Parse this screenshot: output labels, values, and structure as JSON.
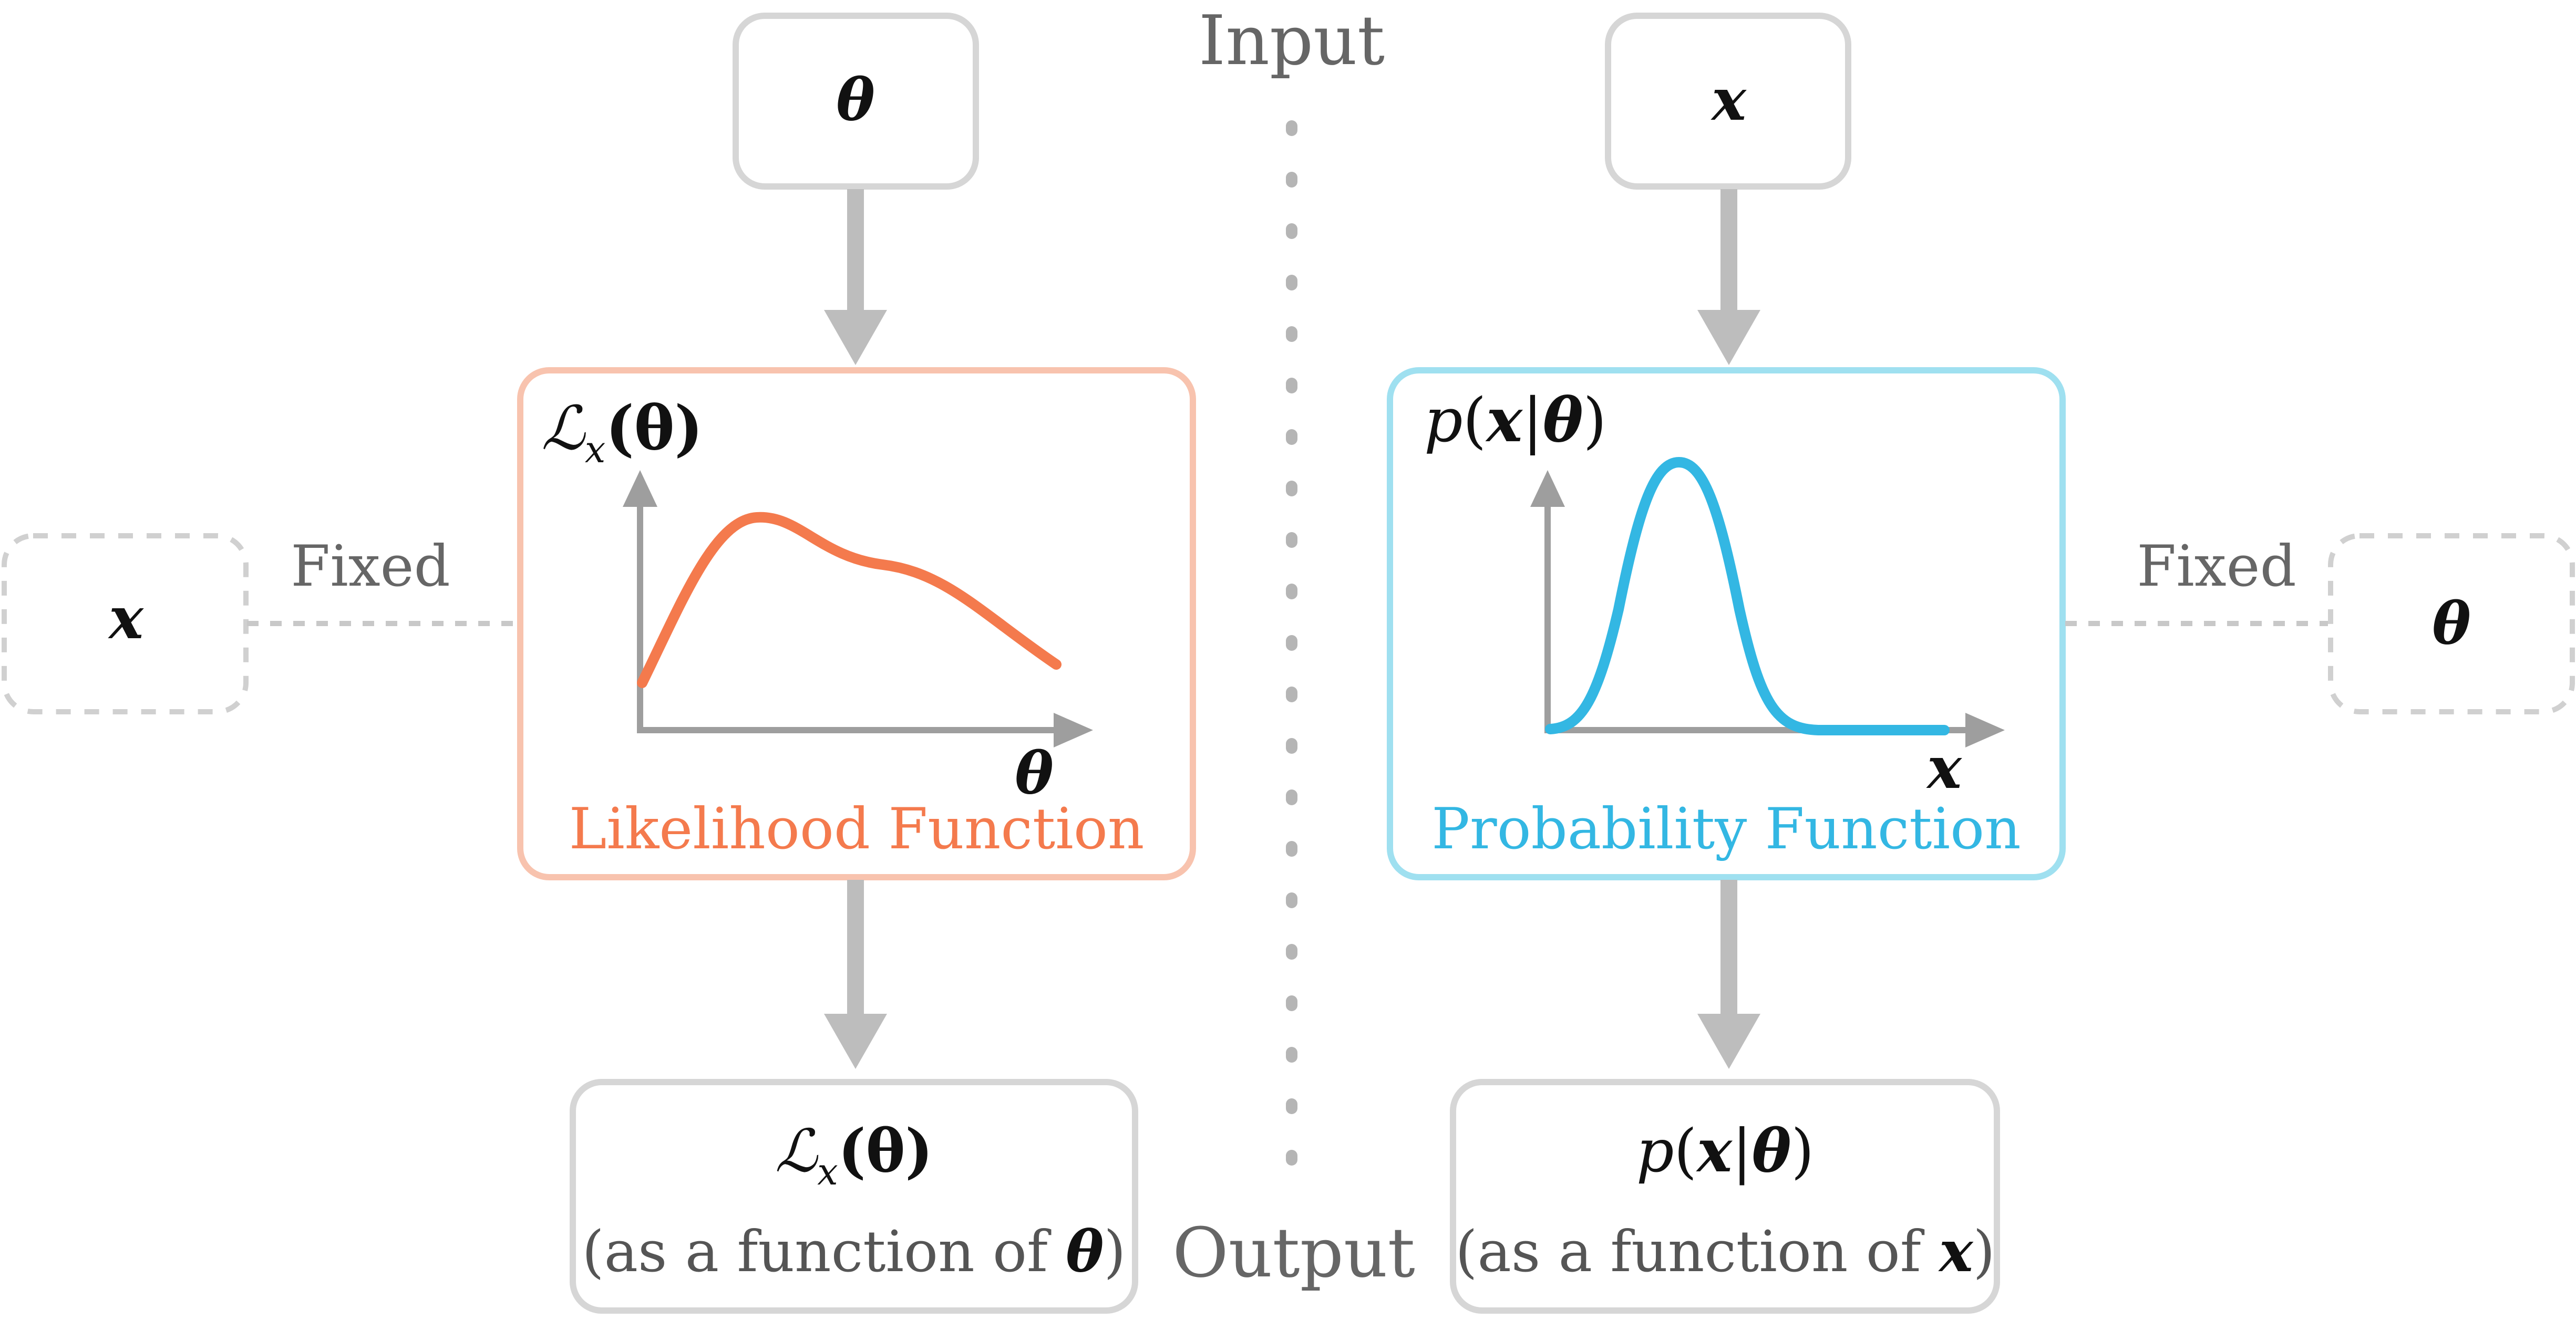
{
  "center": {
    "input_label": "Input",
    "output_label": "Output"
  },
  "left": {
    "input_symbol": "θ",
    "fixed_label": "Fixed",
    "fixed_symbol": "x",
    "axis_y_label_script": "ℒ",
    "axis_y_label_sub": "x",
    "axis_y_label_arg": "(θ)",
    "axis_x_label": "θ",
    "function_name": "Likelihood Function",
    "output_line1_script": "ℒ",
    "output_line1_sub": "x",
    "output_line1_arg": "(θ)",
    "output_line2_prefix": "(as a function of ",
    "output_line2_symbol": "θ",
    "output_line2_suffix": ")",
    "color": "#f47a4d",
    "border_color": "#f8c3ae"
  },
  "right": {
    "input_symbol": "x",
    "fixed_label": "Fixed",
    "fixed_symbol": "θ",
    "axis_y_label_p": "p",
    "axis_y_label_open": "(",
    "axis_y_label_x": "x",
    "axis_y_label_bar": "|",
    "axis_y_label_theta": "θ",
    "axis_y_label_close": ")",
    "axis_x_label": "x",
    "function_name": "Probability Function",
    "output_line1_p": "p",
    "output_line1_open": "(",
    "output_line1_x": "x",
    "output_line1_bar": "|",
    "output_line1_theta": "θ",
    "output_line1_close": ")",
    "output_line2_prefix": "(as a function of ",
    "output_line2_symbol": "x",
    "output_line2_suffix": ")",
    "color": "#33b7e3",
    "border_color": "#9fe0f0"
  },
  "colors": {
    "box_border": "#d6d6d6",
    "arrow": "#bdbdbd",
    "axis": "#9e9e9e",
    "dashed": "#c8c8c8",
    "label_gray": "#666666"
  }
}
